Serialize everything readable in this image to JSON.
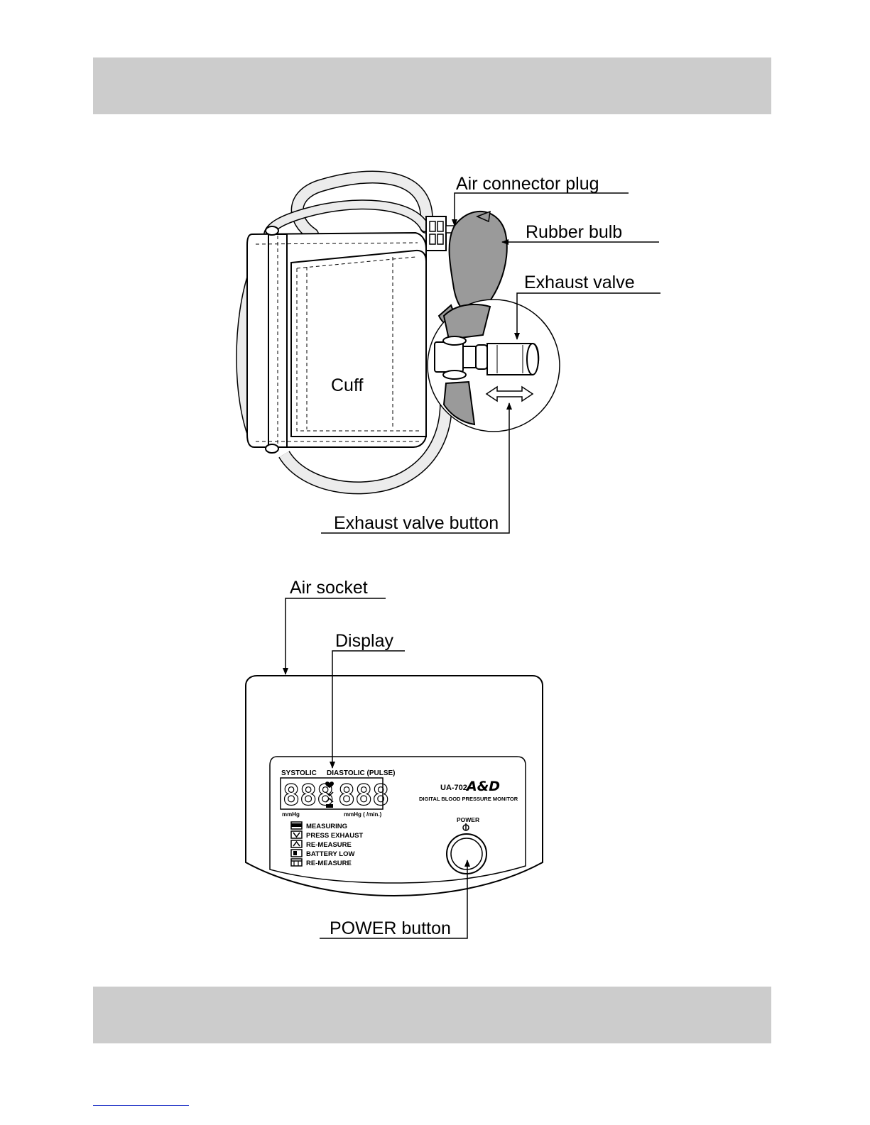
{
  "labels": {
    "air_connector_plug": "Air connector plug",
    "rubber_bulb": "Rubber bulb",
    "exhaust_valve": "Exhaust valve",
    "cuff": "Cuff",
    "exhaust_valve_button": "Exhaust valve button",
    "air_socket": "Air socket",
    "display": "Display",
    "power_button": "POWER button"
  },
  "device": {
    "lcd_header_systolic": "SYSTOLIC",
    "lcd_header_diastolic": "DIASTOLIC (PULSE)",
    "lcd_digits_left": "888",
    "lcd_digits_right": "888",
    "lcd_unit_left": "mmHg",
    "lcd_unit_right": "mmHg ( /min.)",
    "model": "UA-702",
    "brand": "A&D",
    "product_name": "DIGITAL BLOOD PRESSURE MONITOR",
    "power_label": "POWER",
    "legend": [
      "MEASURING",
      "PRESS EXHAUST",
      "RE-MEASURE",
      "BATTERY LOW",
      "RE-MEASURE"
    ]
  },
  "colors": {
    "band": "#cccccc",
    "bulb": "#9a9a9a",
    "hose": "#ececec",
    "footer_rule": "#3344cc"
  }
}
